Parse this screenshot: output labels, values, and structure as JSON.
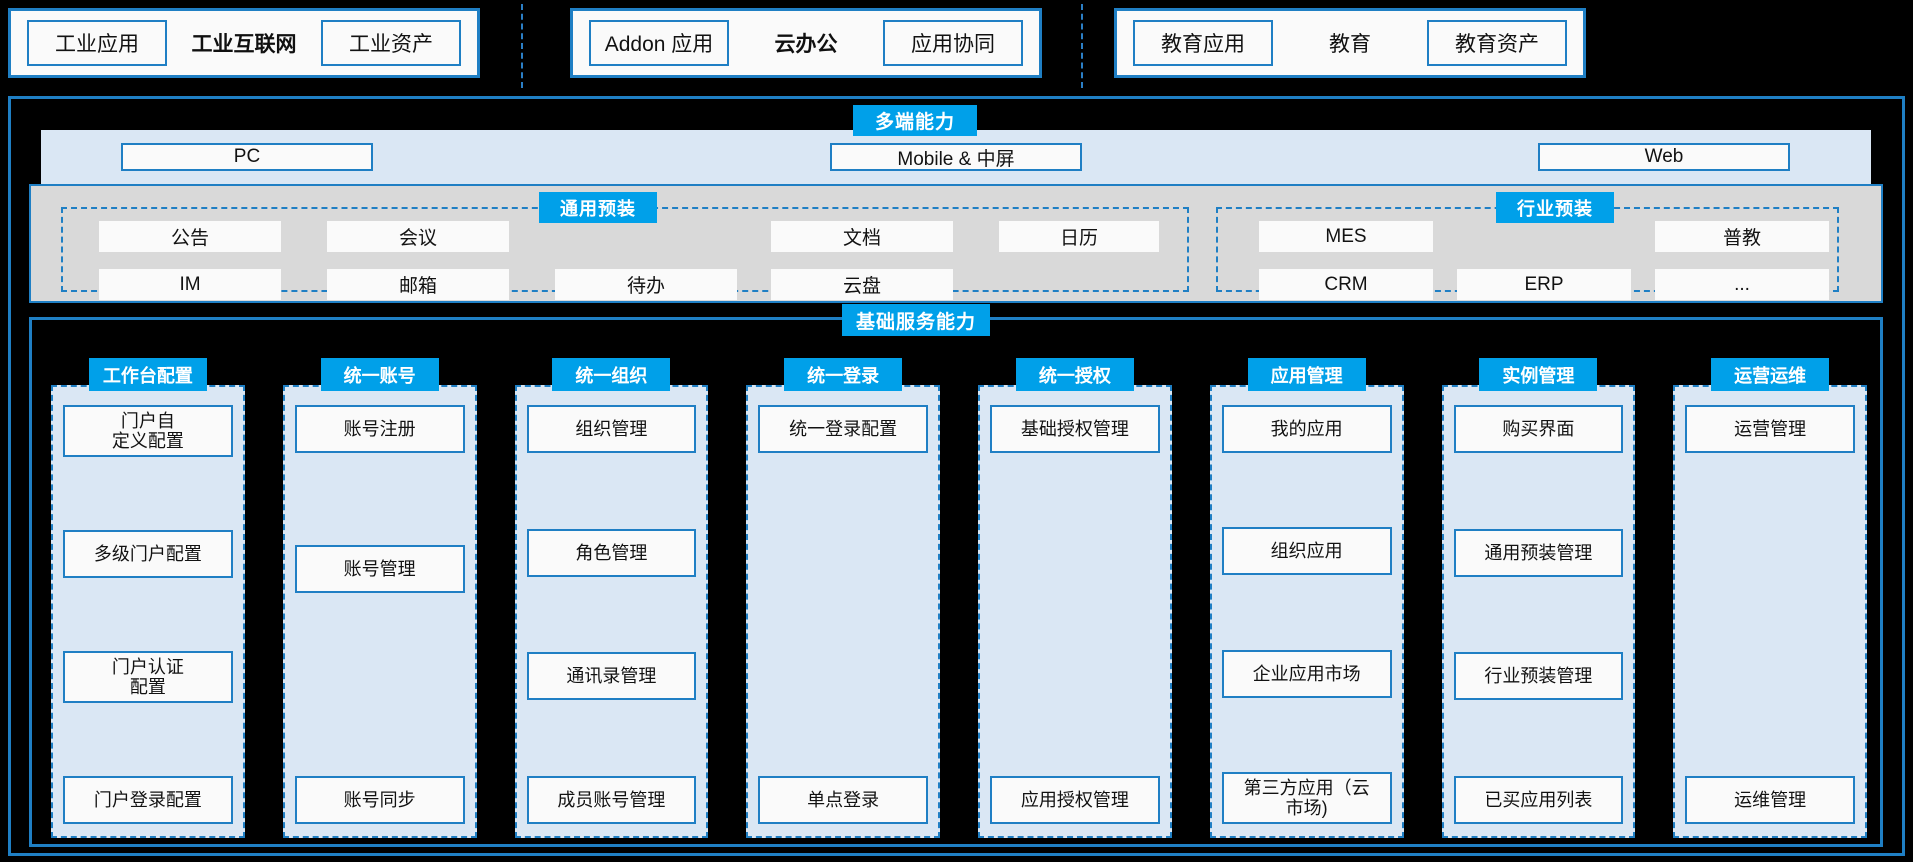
{
  "top_groups": [
    {
      "id": "industrial-internet",
      "title": "工业互联网",
      "title_bold": true,
      "left_chip": "工业应用",
      "right_chip": "工业资产"
    },
    {
      "id": "cloud-office",
      "title": "云办公",
      "title_bold": true,
      "left_chip": "Addon 应用",
      "right_chip": "应用协同"
    },
    {
      "id": "education",
      "title": "教育",
      "title_bold": false,
      "left_chip": "教育应用",
      "right_chip": "教育资产"
    }
  ],
  "multi_terminal": {
    "tag": "多端能力",
    "items": [
      "PC",
      "Mobile & 中屏",
      "Web"
    ]
  },
  "preinstall": {
    "general": {
      "tag": "通用预装",
      "row1": [
        "公告",
        "会议",
        "文档",
        "日历"
      ],
      "row2": [
        "IM",
        "邮箱",
        "待办",
        "云盘"
      ]
    },
    "industry": {
      "tag": "行业预装",
      "row1": [
        "MES",
        "普教"
      ],
      "row2": [
        "CRM",
        "ERP",
        "..."
      ]
    }
  },
  "base_services": {
    "tag": "基础服务能力",
    "columns": [
      {
        "header": "工作台配置",
        "items": [
          "门户自\n定义配置",
          "多级门户配置",
          "门户认证\n配置",
          "门户登录配置"
        ],
        "layout": "even"
      },
      {
        "header": "统一账号",
        "items": [
          "账号注册",
          "账号管理",
          "账号同步"
        ],
        "layout": "spread3"
      },
      {
        "header": "统一组织",
        "items": [
          "组织管理",
          "角色管理",
          "通讯录管理",
          "成员账号管理"
        ],
        "layout": "even"
      },
      {
        "header": "统一登录",
        "items": [
          "统一登录配置",
          "单点登录"
        ],
        "layout": "ends"
      },
      {
        "header": "统一授权",
        "items": [
          "基础授权管理",
          "应用授权管理"
        ],
        "layout": "ends"
      },
      {
        "header": "应用管理",
        "items": [
          "我的应用",
          "组织应用",
          "企业应用市场",
          "第三方应用（云\n市场)"
        ],
        "layout": "even"
      },
      {
        "header": "实例管理",
        "items": [
          "购买界面",
          "通用预装管理",
          "行业预装管理",
          "已买应用列表"
        ],
        "layout": "even"
      },
      {
        "header": "运营运维",
        "items": [
          "运营管理",
          "运维管理"
        ],
        "layout": "ends"
      }
    ]
  },
  "colors": {
    "accent_cyan": "#00a0e9",
    "border_blue": "#1f7fc4",
    "panel_lightblue": "#dae7f4",
    "panel_grey": "#d9d9d9",
    "cell_white": "#fafafa",
    "background": "#000000"
  }
}
